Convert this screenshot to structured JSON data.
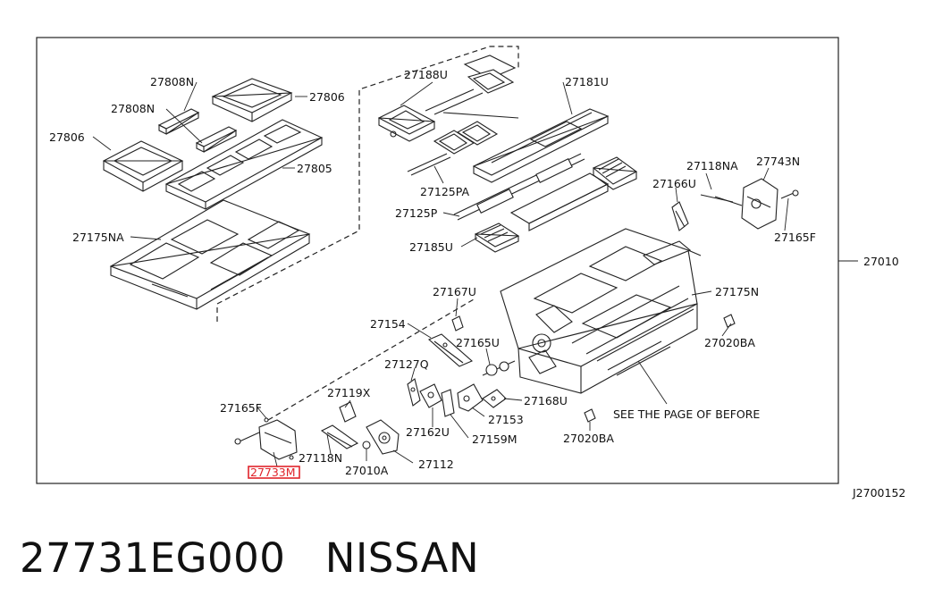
{
  "diagram": {
    "labels": {
      "l27808N": "27808N",
      "l27806a": "27806",
      "l27808N2": "27808N",
      "l27806b": "27806",
      "l27805": "27805",
      "l27175NA": "27175NA",
      "l27188U": "27188U",
      "l27181U": "27181U",
      "l27125PA": "27125PA",
      "l27125P": "27125P",
      "l27185U": "27185U",
      "l27118NA": "27118NA",
      "l27743N": "27743N",
      "l27166U": "27166U",
      "l27165Fa": "27165F",
      "l27010": "27010",
      "l27175N": "27175N",
      "l27167U": "27167U",
      "l27154": "27154",
      "l27020BAa": "27020BA",
      "l27165U": "27165U",
      "l27127Q": "27127Q",
      "l27119X": "27119X",
      "l27165Fb": "27165F",
      "l27168U": "27168U",
      "l27153": "27153",
      "l27162U": "27162U",
      "l27159M": "27159M",
      "l27020BAb": "27020BA",
      "lSee": "SEE THE PAGE OF BEFORE",
      "l27118N": "27118N",
      "l27733M": "27733M",
      "l27010A": "27010A",
      "l27112": "27112"
    },
    "ref_code": "J2700152",
    "highlight_color": "#e0242b"
  },
  "caption": {
    "part_number": "27731EG000",
    "brand": "NISSAN"
  }
}
